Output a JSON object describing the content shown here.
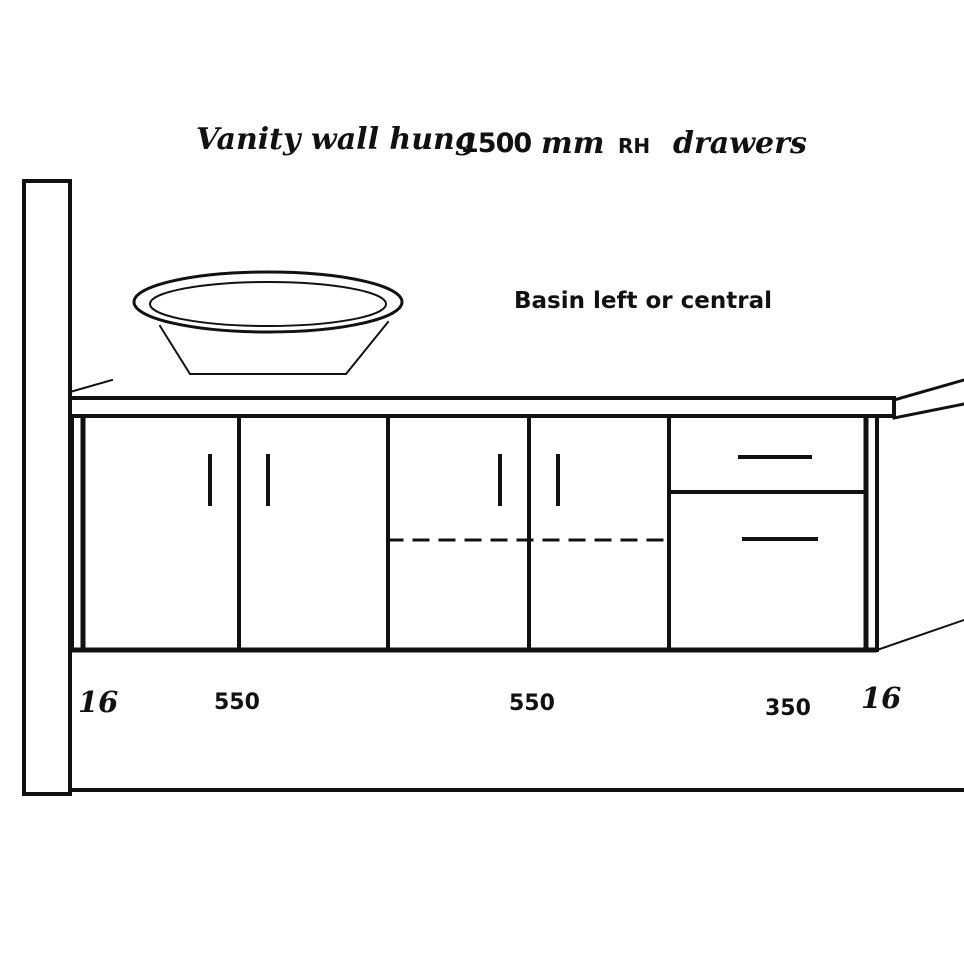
{
  "title": {
    "part1": "Vanity wall hung",
    "part2": "1500",
    "part3": "mm",
    "part4": "RH",
    "part5": "drawers"
  },
  "note": "Basin left or central",
  "dimensions": {
    "left_side": "16",
    "section1": "550",
    "section2": "550",
    "section3": "350",
    "right_side": "16"
  }
}
